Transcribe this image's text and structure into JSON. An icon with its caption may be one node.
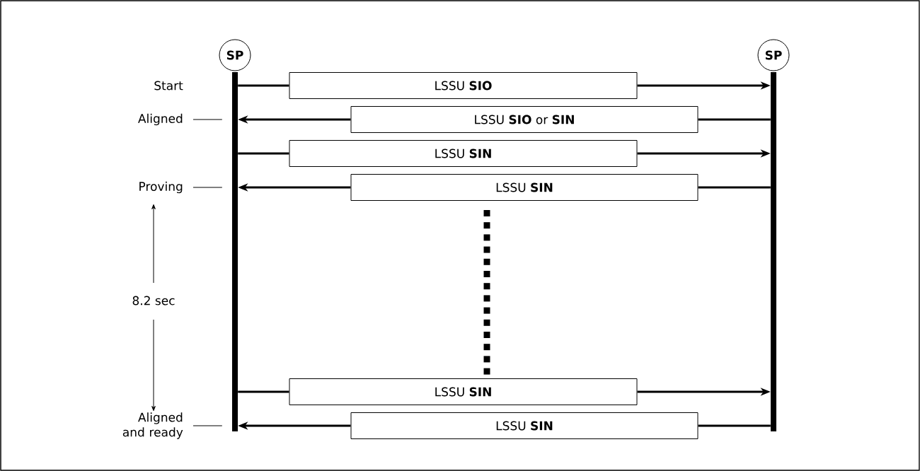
{
  "diagram": {
    "nodes": [
      {
        "text": [
          "SP"
        ]
      },
      {
        "text": [
          "SP"
        ]
      },
      {
        "text": [],
        "shape": "bar"
      },
      {
        "text": [],
        "shape": "bar"
      },
      {
        "text": [
          "Start"
        ]
      },
      {
        "text": [
          "LSSU **SIO**"
        ]
      },
      {
        "text": [
          "Aligned"
        ]
      },
      {
        "text": [
          "LSSU **SIO** or **SIN**"
        ]
      },
      {
        "text": [
          "LSSU **SIN**"
        ]
      },
      {
        "text": [
          "Proving"
        ]
      },
      {
        "text": [
          "LSSU **SIN**"
        ]
      },
      {
        "text": [
          "LSSU **SIN**"
        ]
      },
      {
        "text": [
          "Aligned and ready"
        ]
      },
      {
        "text": [
          "LSSU **SIN**"
        ]
      }
    ],
    "edges": [
      {
        "from": 2,
        "to": 5,
        "arrow": "none"
      },
      {
        "from": 5,
        "to": 3,
        "arrow": "to"
      },
      {
        "from": 6,
        "to": 2,
        "arrow": "none"
      },
      {
        "from": 3,
        "to": 7,
        "arrow": "none"
      },
      {
        "from": 7,
        "to": 2,
        "arrow": "to"
      },
      {
        "from": 2,
        "to": 8,
        "arrow": "none"
      },
      {
        "from": 8,
        "to": 3,
        "arrow": "to"
      },
      {
        "from": 9,
        "to": 2,
        "arrow": "none"
      },
      {
        "from": 3,
        "to": 10,
        "arrow": "none"
      },
      {
        "from": 10,
        "to": 2,
        "arrow": "to"
      },
      {
        "from": 2,
        "to": 11,
        "arrow": "none"
      },
      {
        "from": 11,
        "to": 3,
        "arrow": "to"
      },
      {
        "from": 12,
        "to": 2,
        "arrow": "none"
      },
      {
        "from": 3,
        "to": 13,
        "arrow": "none"
      },
      {
        "from": 13,
        "to": 2,
        "arrow": "to"
      }
    ],
    "labels": [
      "8.2 sec"
    ]
  }
}
